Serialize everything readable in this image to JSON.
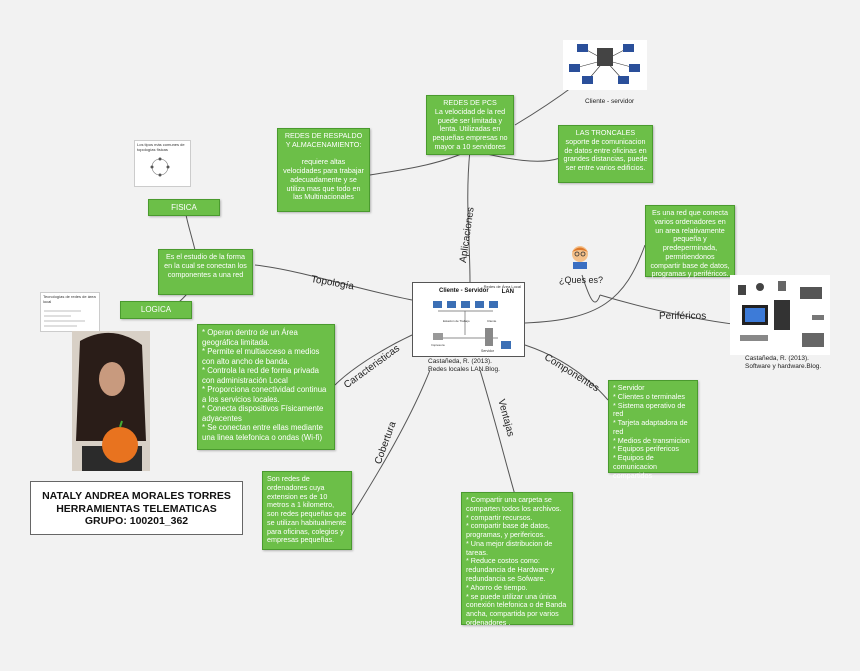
{
  "center": {
    "title": "Cliente - Servidor",
    "subtitle": "Redes de Área Local",
    "lan": "LAN",
    "labels": [
      "Estación de Trabajo",
      "Cliente",
      "Impresora",
      "Servidor"
    ],
    "caption": "Castañeda, R. (2013). Redes locales LAN.Blog."
  },
  "branches": {
    "aplicaciones": "Aplicaciones",
    "topologia": "Topología",
    "caracteristicas": "Caracteristicas",
    "cobertura": "Cobertura",
    "ventajas": "Ventajas",
    "componentes": "Componentes",
    "perifericos": "Periféricos",
    "ques_es": "¿Ques es?"
  },
  "nodes": {
    "redes_pcs": "REDES DE PCS\nLa velocidad de la red puede ser limitada y lenta.  Utilizadas en pequeñas empresas no mayor a 10 servidores",
    "respaldo": "REDES DE RESPALDO Y ALMACENAMIENTO:\n\nrequiere  altas velocidades para trabajar adecuadamente y se utiliza mas que todo en las Multinacionales",
    "troncales": "LAS TRONCALES\nsoporte de comunicacion  de datos entre oficinas en grandes distancias, puede ser entre varios edificios.",
    "que_es": "Es una red que conecta varios ordenadores en un area relativamente pequeña  y predeperminada, permitiendonos compartir base de datos, programas y periféricos.",
    "fisica": "FISICA",
    "logica": "LOGICA",
    "topologia_def": "Es el estudio de la forma en la cual se conectan los componentes a una red",
    "caracteristicas": "* Operan dentro de un Área geográfica limitada.\n* Permite el multiacceso a medios con alto ancho de banda.\n* Controla la red de forma privada con administración Local\n* Proporciona conectividad continua a los servicios locales.\n* Conecta dispositivos Físicamente adyacentes\n* Se conectan entre ellas mediante una linea telefonica  o ondas (Wi-fi)",
    "cobertura": "Son  redes de ordenadores cuya extension es de 10 metros a 1 kilometro, son redes pequeñas que se utilizan habitualmente para oficinas, colegios y empresas pequeñas.",
    "ventajas": "* Compartir una carpeta se comparten todos los  archivos.\n*  compartir recursos.\n* compartir  base de datos, programas,  y perifericos.\n* Una mejor distribucion de tareas.\n* Reduce costos como: redundancia de Hardware y redundancia se Sofware.\n* Ahorro de tiempo.\n* se puede utilizar una única conexión telefonica o de Banda ancha, compartida por varios ordenadores .",
    "componentes": "* Servidor\n* Clientes o terminales\n* Sistema operativo de red\n* Tarjeta adaptadora de red\n* Medios de transmicion\n* Equipos perifericos\n* Equipos de comunicacion compartidos"
  },
  "captions": {
    "cliente_servidor": "Cliente -  servidor",
    "hardware": "Castañeda, R. (2013). Software y hardware.Blog."
  },
  "thumbs": {
    "fisica": "Los tipos más comunes de topologías físicas",
    "logica": "Tecnologías de redes de área local"
  },
  "author": {
    "name": "NATALY ANDREA MORALES TORRES",
    "course": "HERRAMIENTAS TELEMATICAS",
    "group": "GRUPO: 100201_362"
  },
  "colors": {
    "node": "#6cbf48",
    "line": "#555555"
  }
}
